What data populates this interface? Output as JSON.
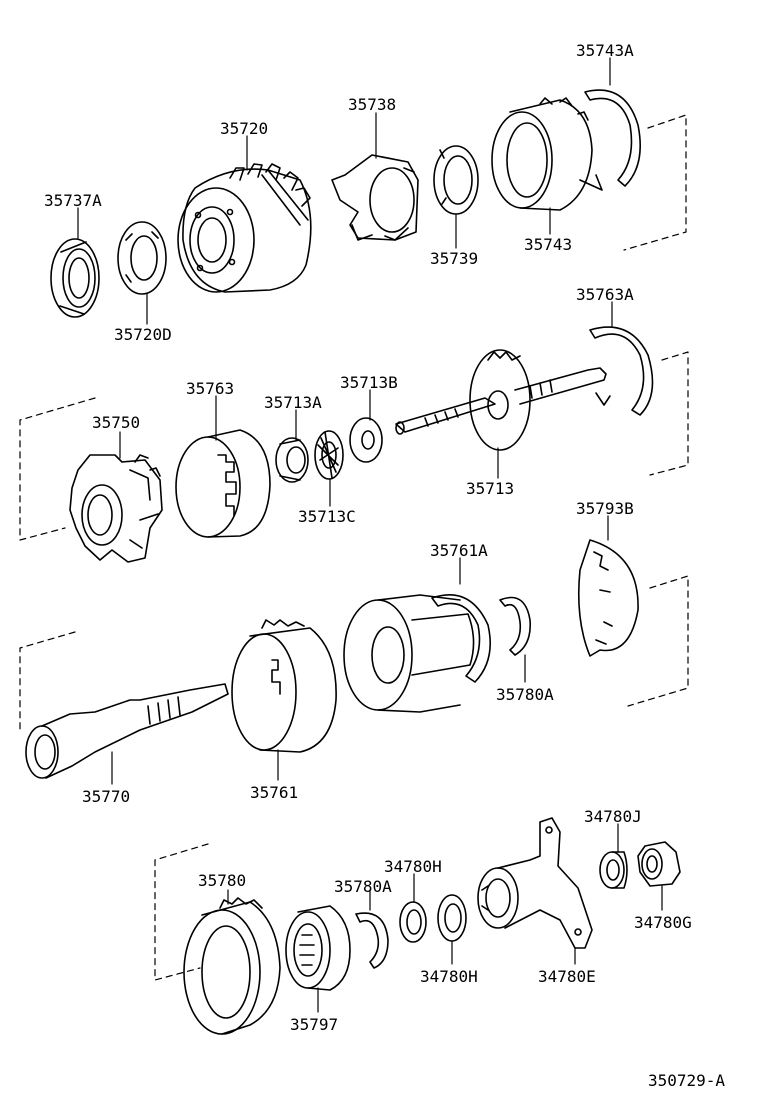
{
  "diagram_id": "350729-A",
  "parts": [
    {
      "id": "p35743A",
      "label": "35743A"
    },
    {
      "id": "p35738",
      "label": "35738"
    },
    {
      "id": "p35720",
      "label": "35720"
    },
    {
      "id": "p35737A",
      "label": "35737A"
    },
    {
      "id": "p35739",
      "label": "35739"
    },
    {
      "id": "p35743",
      "label": "35743"
    },
    {
      "id": "p35720D",
      "label": "35720D"
    },
    {
      "id": "p35763A",
      "label": "35763A"
    },
    {
      "id": "p35763",
      "label": "35763"
    },
    {
      "id": "p35713B",
      "label": "35713B"
    },
    {
      "id": "p35713A",
      "label": "35713A"
    },
    {
      "id": "p35750",
      "label": "35750"
    },
    {
      "id": "p35713",
      "label": "35713"
    },
    {
      "id": "p35713C",
      "label": "35713C"
    },
    {
      "id": "p35793B",
      "label": "35793B"
    },
    {
      "id": "p35761A",
      "label": "35761A"
    },
    {
      "id": "p35780A_mid",
      "label": "35780A"
    },
    {
      "id": "p35770",
      "label": "35770"
    },
    {
      "id": "p35761",
      "label": "35761"
    },
    {
      "id": "p34780J",
      "label": "34780J"
    },
    {
      "id": "p35780",
      "label": "35780"
    },
    {
      "id": "p34780H_top",
      "label": "34780H"
    },
    {
      "id": "p35780A_bot",
      "label": "35780A"
    },
    {
      "id": "p34780G",
      "label": "34780G"
    },
    {
      "id": "p34780H_bot",
      "label": "34780H"
    },
    {
      "id": "p34780E",
      "label": "34780E"
    },
    {
      "id": "p35797",
      "label": "35797"
    }
  ]
}
